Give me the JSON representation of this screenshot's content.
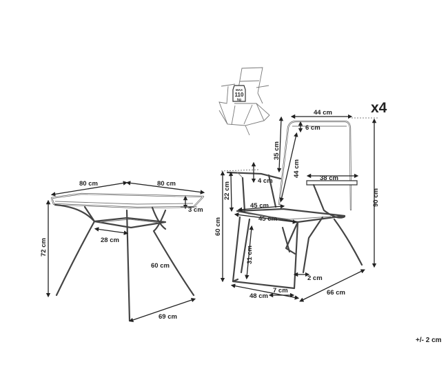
{
  "table": {
    "dims": {
      "width_left": "80 cm",
      "width_right": "80 cm",
      "top_thickness": "3 cm",
      "height": "72 cm",
      "shelf_depth": "28 cm",
      "leg_height": "60 cm",
      "leg_span": "69 cm"
    }
  },
  "chair": {
    "weight_badge": {
      "label": "MAX",
      "value": "110",
      "unit": "kg"
    },
    "dims": {
      "back_width": "44 cm",
      "back_top": "6 cm",
      "back_upper": "35 cm",
      "back_height": "44 cm",
      "arm_thickness": "4 cm",
      "arm_length": "38 cm",
      "seat_to_arm": "22 cm",
      "total_height": "90 cm",
      "seat_width": "45 cm",
      "seat_depth": "45 cm",
      "seat_height": "60 cm",
      "leg_height": "31 cm",
      "frame_tube": "2 cm",
      "foot": "7 cm",
      "base_width": "48 cm",
      "base_depth": "66 cm"
    }
  },
  "multiplier": "x4",
  "tolerance": "+/- 2 cm"
}
